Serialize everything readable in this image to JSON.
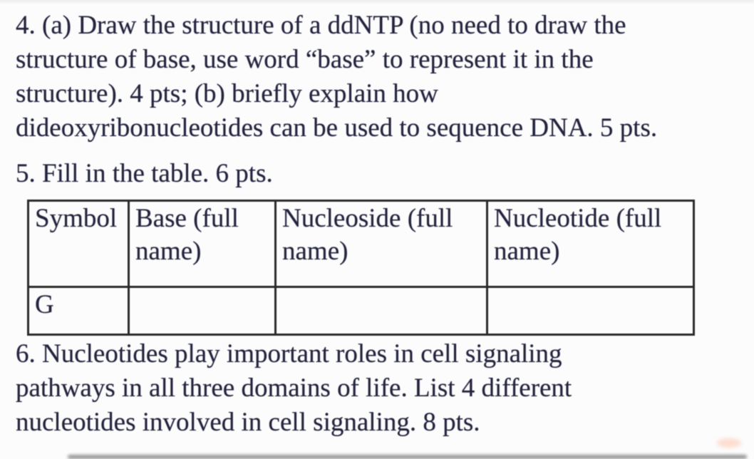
{
  "page": {
    "text_color": "#24243e",
    "border_color": "#2a2a2a",
    "background_color": "#fcfcfc"
  },
  "question4": {
    "lines": [
      "4. (a) Draw the structure of a ddNTP (no need to draw the",
      "structure of base, use word “base” to represent it in the",
      "structure). 4 pts; (b) briefly explain how",
      "dideoxyribonucleotides can be used to sequence DNA. 5 pts."
    ]
  },
  "question5": {
    "prompt": "5. Fill in the table. 6 pts.",
    "table": {
      "headers": [
        "Symbol",
        "Base (full name)",
        "Nucleoside (full name)",
        "Nucleotide (full name)"
      ],
      "rows": [
        [
          "G",
          "",
          "",
          ""
        ]
      ]
    }
  },
  "question6": {
    "lines": [
      "6. Nucleotides play important roles in cell signaling",
      "pathways in all three domains of life. List 4 different",
      "nucleotides involved in cell signaling. 8 pts."
    ]
  }
}
